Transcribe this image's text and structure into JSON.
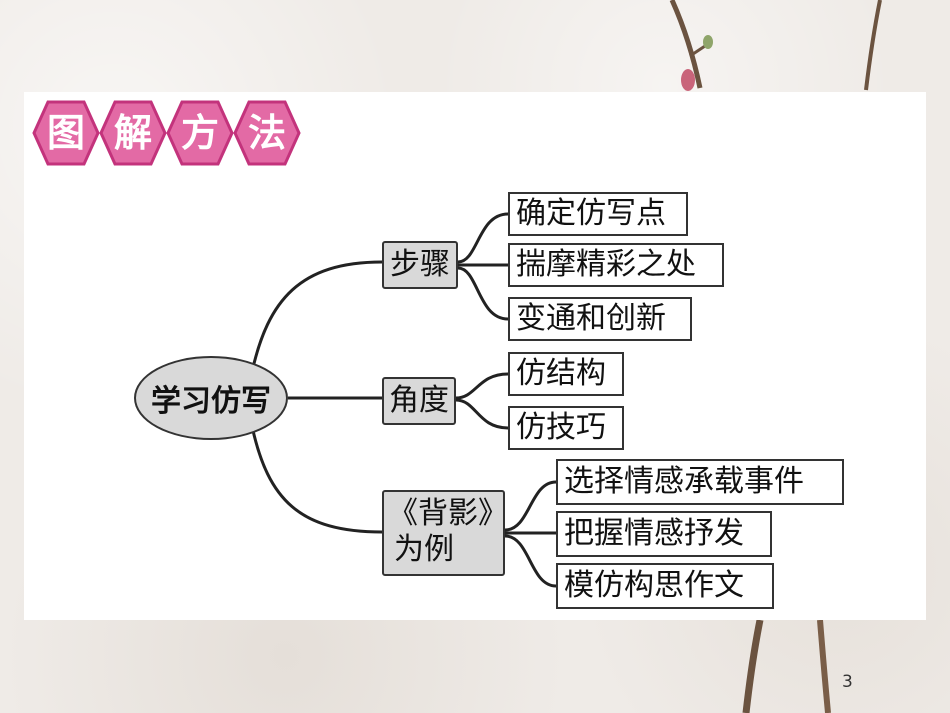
{
  "section_title": [
    "图",
    "解",
    "方",
    "法"
  ],
  "colors": {
    "badge_fill": "#e36aa5",
    "badge_stroke": "#c3337c",
    "node_fill": "#d9d9d9"
  },
  "mindmap": {
    "root": "学习仿写",
    "branches": [
      {
        "label": "步骤",
        "children": [
          "确定仿写点",
          "揣摩精彩之处",
          "变通和创新"
        ]
      },
      {
        "label": "角度",
        "children": [
          "仿结构",
          "仿技巧"
        ]
      },
      {
        "label_line1": "《背影》",
        "label_line2": "为例",
        "children": [
          "选择情感承载事件",
          "把握情感抒发",
          "模仿构思作文"
        ]
      }
    ]
  },
  "page_number": "3"
}
